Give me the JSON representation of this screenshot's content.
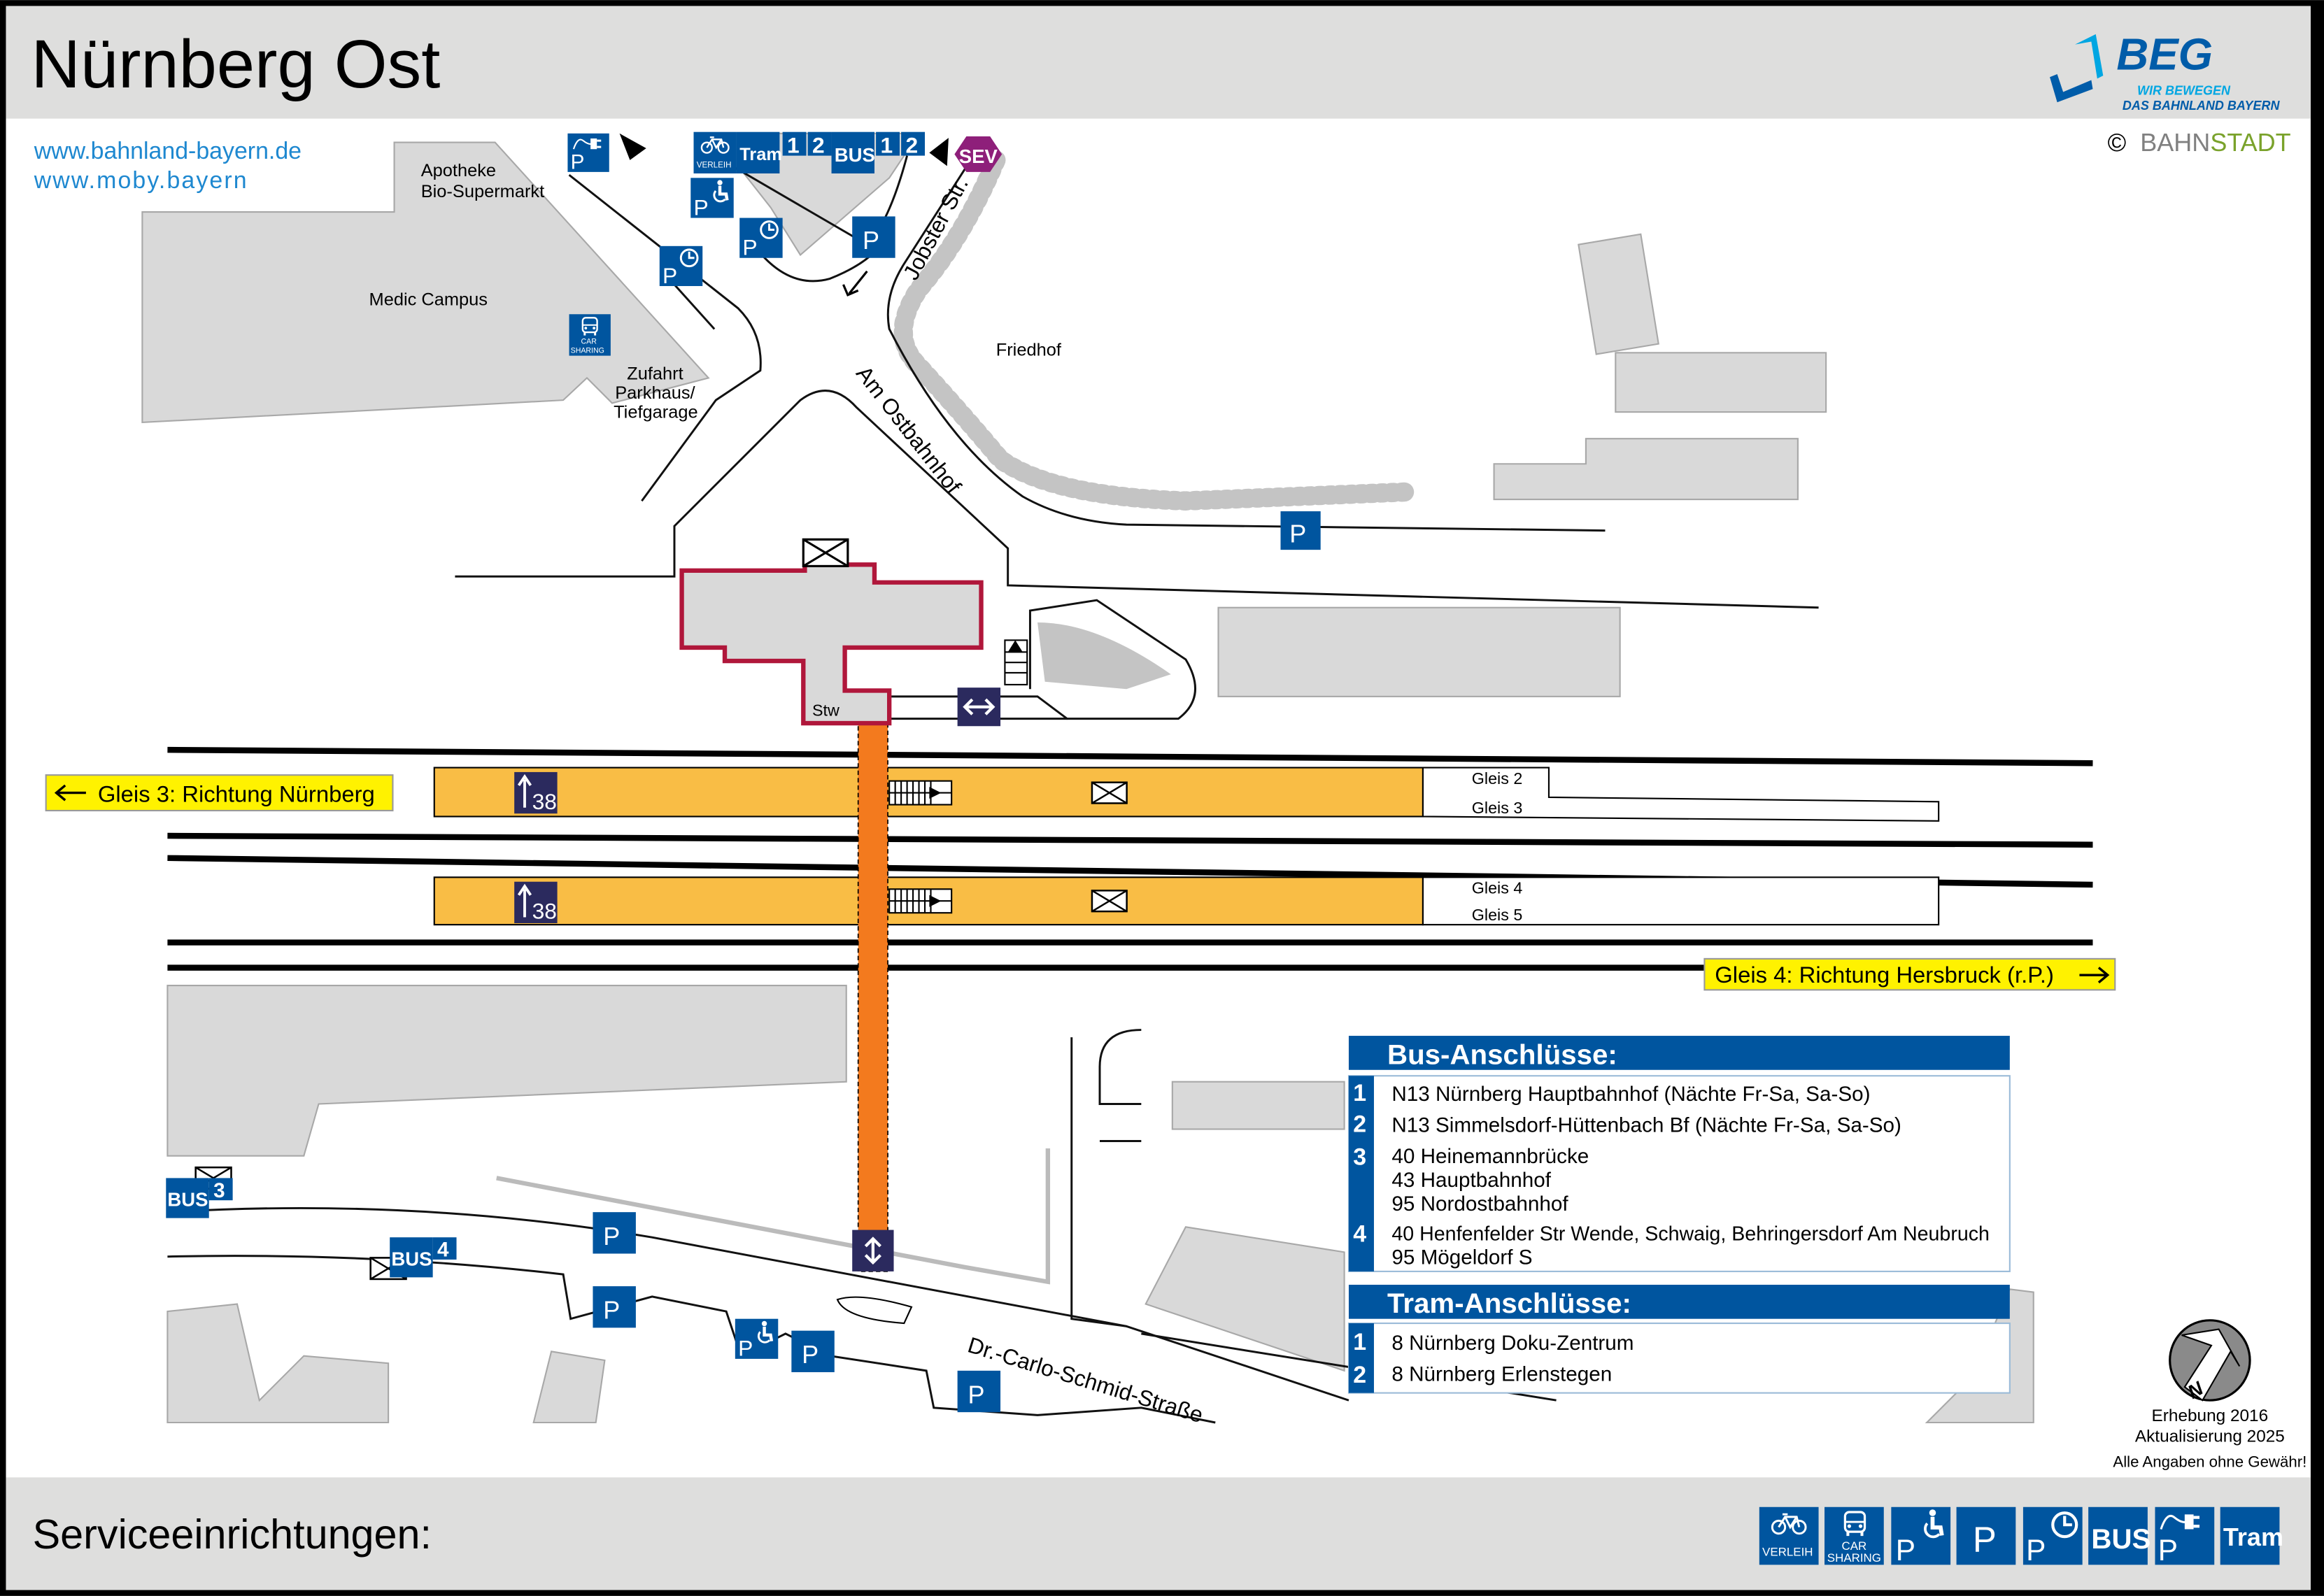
{
  "header": {
    "title": "Nürnberg Ost"
  },
  "links": [
    "www.bahnland-bayern.de",
    "www.moby.bayern"
  ],
  "logo": {
    "name": "BEG",
    "tagline_1": "WIR BEWEGEN",
    "tagline_2": "DAS BAHNLAND BAYERN",
    "copyright_symbol": "©",
    "credit_part1": "BAHN",
    "credit_part2": "STADT",
    "colors": {
      "beg_dark": "#005ca9",
      "beg_light": "#00a6e2",
      "stadt_green": "#7aa22b",
      "bahn_gray": "#808080"
    }
  },
  "places": {
    "apotheke": "Apotheke",
    "bio": "Bio-Supermarkt",
    "medic": "Medic Campus",
    "zufahrt_1": "Zufahrt",
    "zufahrt_2": "Parkhaus/",
    "zufahrt_3": "Tiefgarage",
    "friedhof": "Friedhof",
    "stw": "Stw"
  },
  "streets": {
    "jobster": "Jobster Str.",
    "ostbahnhof": "Am Ostbahnhof",
    "schmid": "Dr.-Carlo-Schmid-Straße"
  },
  "platforms": {
    "gleis2": "Gleis 2",
    "gleis3": "Gleis 3",
    "gleis4": "Gleis 4",
    "gleis5": "Gleis 5",
    "section_label": "38"
  },
  "directions": {
    "west": "Gleis 3: Richtung Nürnberg",
    "east": "Gleis 4: Richtung Hersbruck (r.P.)"
  },
  "map_signs": {
    "verleih": "VERLEIH",
    "tram": "Tram",
    "bus": "BUS",
    "sev": "SEV",
    "p": "P",
    "car": "CAR",
    "sharing": "SHARING",
    "one": "1",
    "two": "2",
    "three": "3",
    "four": "4"
  },
  "bus_connections": {
    "title": "Bus-Anschlüsse:",
    "stops": [
      {
        "num": "1",
        "lines": [
          "N13 Nürnberg Hauptbahnhof (Nächte Fr-Sa, Sa-So)"
        ]
      },
      {
        "num": "2",
        "lines": [
          "N13 Simmelsdorf-Hüttenbach Bf (Nächte Fr-Sa, Sa-So)"
        ]
      },
      {
        "num": "3",
        "lines": [
          "40 Heinemannbrücke",
          "43 Hauptbahnhof",
          "95 Nordostbahnhof"
        ]
      },
      {
        "num": "4",
        "lines": [
          "40 Henfenfelder Str Wende, Schwaig, Behringersdorf Am Neubruch",
          "95 Mögeldorf S"
        ]
      }
    ]
  },
  "tram_connections": {
    "title": "Tram-Anschlüsse:",
    "stops": [
      {
        "num": "1",
        "lines": [
          "8 Nürnberg Doku-Zentrum"
        ]
      },
      {
        "num": "2",
        "lines": [
          "8 Nürnberg Erlenstegen"
        ]
      }
    ]
  },
  "notes": {
    "survey": "Erhebung 2016",
    "update": "Aktualisierung 2025",
    "disclaimer": "Alle Angaben ohne Gewähr!",
    "compass": "N"
  },
  "footer": {
    "title": "Serviceeinrichtungen:",
    "icons": [
      {
        "icon": "bike-rental-icon",
        "label": "VERLEIH"
      },
      {
        "icon": "car-sharing-icon",
        "label": "CAR SHARING"
      },
      {
        "icon": "disabled-parking-icon",
        "label": "P"
      },
      {
        "icon": "parking-icon",
        "label": "P"
      },
      {
        "icon": "short-term-parking-icon",
        "label": "P"
      },
      {
        "icon": "bus-icon",
        "label": "BUS"
      },
      {
        "icon": "ev-charging-parking-icon",
        "label": "P"
      },
      {
        "icon": "tram-icon",
        "label": "Tram"
      }
    ]
  },
  "colors": {
    "sign_blue": "#00559f",
    "platform": "#f9bd45",
    "underpass": "#f37a1e",
    "station_outline": "#b0173b",
    "direction_yellow": "#fff200",
    "sev_purple": "#8e1f7a"
  }
}
